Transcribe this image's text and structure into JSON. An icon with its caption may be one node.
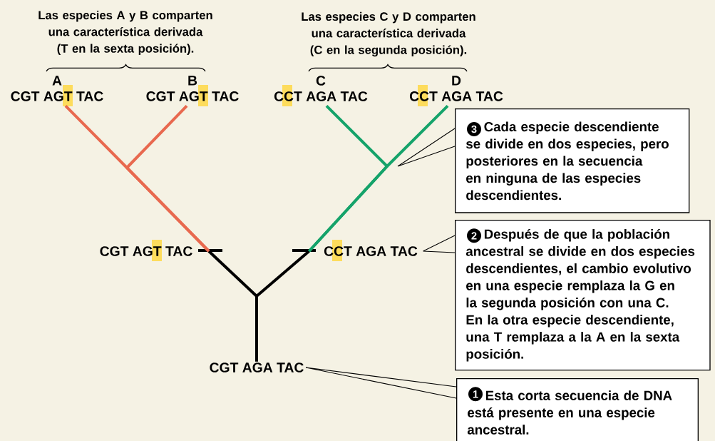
{
  "diagram": {
    "nodes": [
      {
        "text": [
          "A",
          "CGT AGT TAC"
        ]
      },
      {
        "text": [
          "B",
          "CGT AGT TAC"
        ]
      },
      {
        "text": [
          "C",
          "CCT AGA TAC"
        ]
      },
      {
        "text": [
          "D",
          "CCT AGA TAC"
        ]
      },
      {
        "text": [
          "CGT AGT TAC"
        ]
      },
      {
        "text": [
          "CCT AGA TAC"
        ]
      },
      {
        "text": [
          "CGT AGA TAC"
        ]
      },
      {
        "text": [
          "Cada especie descendiente se divide en dos especies, pero posteriores en la secuencia en ninguna de las especies descendientes."
        ]
      },
      {
        "text": [
          "Después de que la población ancestral se divide en dos especies descendientes, el cambio evolutivo en una especie remplaza la G en la segunda posición con una C. En la otra especie descendiente, una T remplaza a la A en la sexta posición."
        ]
      },
      {
        "text": [
          "Esta corta secuencia de DNA está presente en una especie ancestral."
        ]
      }
    ],
    "edges": [
      {
        "from": 6,
        "to": 4,
        "arrow": "none"
      },
      {
        "from": 6,
        "to": 5,
        "arrow": "none"
      },
      {
        "from": 4,
        "to": 0,
        "arrow": "none",
        "color": "#e8694f"
      },
      {
        "from": 4,
        "to": 1,
        "arrow": "none",
        "color": "#e8694f"
      },
      {
        "from": 5,
        "to": 2,
        "arrow": "none",
        "color": "#15a36a"
      },
      {
        "from": 5,
        "to": 3,
        "arrow": "none",
        "color": "#15a36a"
      },
      {
        "from": 7,
        "to": null,
        "arrow": "none"
      },
      {
        "from": 8,
        "to": 5,
        "arrow": "none"
      },
      {
        "from": 9,
        "to": 6,
        "arrow": "none"
      }
    ],
    "labels": [
      "Las especies A y B comparten una característica derivada (T en la sexta posición).",
      "Las especies C y D comparten una característica derivada (C en la segunda posición).",
      "3",
      "2",
      "1"
    ]
  }
}
